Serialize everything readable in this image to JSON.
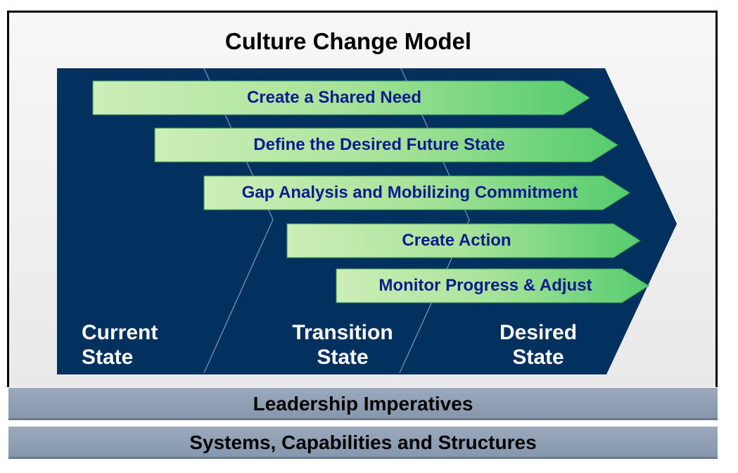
{
  "title": "Culture Change Model",
  "steps": [
    "Create a Shared Need",
    "Define the Desired Future State",
    "Gap Analysis and Mobilizing Commitment",
    "Create Action",
    "Monitor Progress & Adjust"
  ],
  "states": {
    "current": [
      "Current",
      "State"
    ],
    "transition": [
      "Transition",
      "State"
    ],
    "desired": [
      "Desired",
      "State"
    ]
  },
  "foundation": [
    "Leadership Imperatives",
    "Systems, Capabilities and Structures"
  ],
  "colors": {
    "navy": "#02305f",
    "arrow_light": "#cdeeb8",
    "arrow_dark": "#58cd70",
    "text": "#0d1a8c",
    "bar": "#8d9cb0"
  }
}
